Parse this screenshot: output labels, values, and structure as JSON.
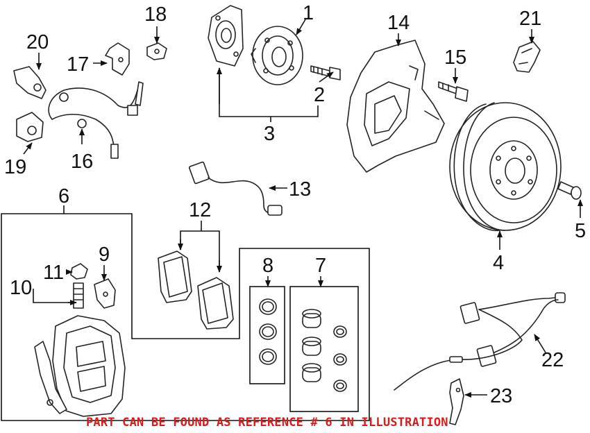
{
  "callouts": {
    "n1": "1",
    "n2": "2",
    "n3": "3",
    "n4": "4",
    "n5": "5",
    "n6": "6",
    "n7": "7",
    "n8": "8",
    "n9": "9",
    "n10": "10",
    "n11": "11",
    "n12": "12",
    "n13": "13",
    "n14": "14",
    "n15": "15",
    "n16": "16",
    "n17": "17",
    "n18": "18",
    "n19": "19",
    "n20": "20",
    "n21": "21",
    "n22": "22",
    "n23": "23"
  },
  "footer": {
    "note": "PART CAN BE FOUND AS REFERENCE # 6 IN ILLUSTRATION",
    "note_color": "#d91b1b"
  }
}
